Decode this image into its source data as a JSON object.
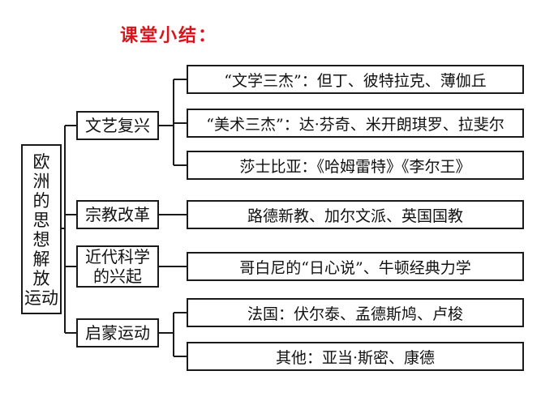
{
  "title": "课堂小结：",
  "root": [
    "欧",
    "洲",
    "的",
    "思",
    "想",
    "解",
    "放",
    "运动"
  ],
  "categories": [
    {
      "label": "文艺复兴"
    },
    {
      "label": "宗教改革"
    },
    {
      "line1": "近代科学",
      "line2": "的兴起"
    },
    {
      "label": "启蒙运动"
    }
  ],
  "leaves": [
    "“文学三杰”：但丁、彼特拉克、薄伽丘",
    "“美术三杰”：达·芬奇、米开朗琪罗、拉斐尔",
    "莎士比亚：《哈姆雷特》《李尔王》",
    "路德新教、加尔文派、英国国教",
    "哥白尼的“日心说”、牛顿经典力学",
    "法国：伏尔泰、孟德斯鸠、卢梭",
    "其他：亚当·斯密、康德"
  ],
  "colors": {
    "title": "#d8141c",
    "border": "#1a1a1a"
  }
}
